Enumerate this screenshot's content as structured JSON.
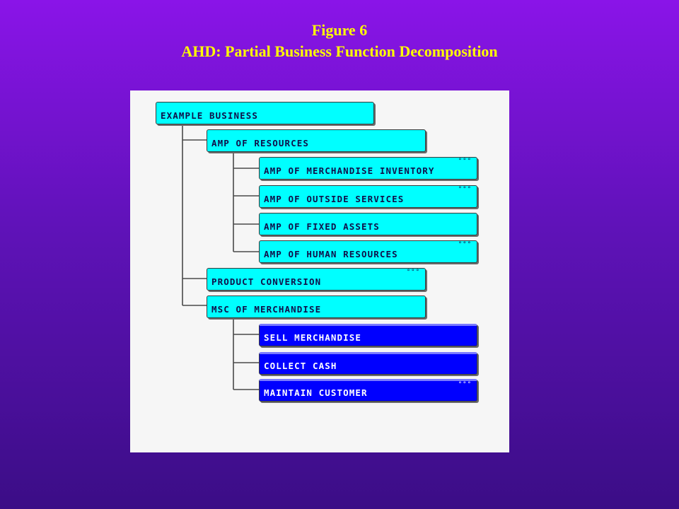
{
  "title": {
    "line1": "Figure 6",
    "line2": "AHD: Partial Business Function Decomposition"
  },
  "diagram": {
    "root": "EXAMPLE BUSINESS",
    "resources": {
      "label": "AMP OF RESOURCES",
      "children": [
        {
          "label": "AMP OF MERCHANDISE INVENTORY",
          "more": "°°°"
        },
        {
          "label": "AMP OF OUTSIDE SERVICES",
          "more": "°°°"
        },
        {
          "label": "AMP OF FIXED ASSETS",
          "more": ""
        },
        {
          "label": "AMP OF HUMAN RESOURCES",
          "more": "°°°"
        }
      ]
    },
    "conversion": {
      "label": "PRODUCT CONVERSION",
      "more": "°°°"
    },
    "merchandise": {
      "label": "MSC OF MERCHANDISE",
      "children": [
        {
          "label": "SELL MERCHANDISE",
          "more": ""
        },
        {
          "label": "COLLECT CASH",
          "more": ""
        },
        {
          "label": "MAINTAIN CUSTOMER",
          "more": "°°°"
        }
      ]
    },
    "colors": {
      "node_fill": "#00ffff",
      "selected_fill": "#0000ff",
      "panel": "#f6f6f6",
      "title_text": "#ffff00"
    }
  }
}
